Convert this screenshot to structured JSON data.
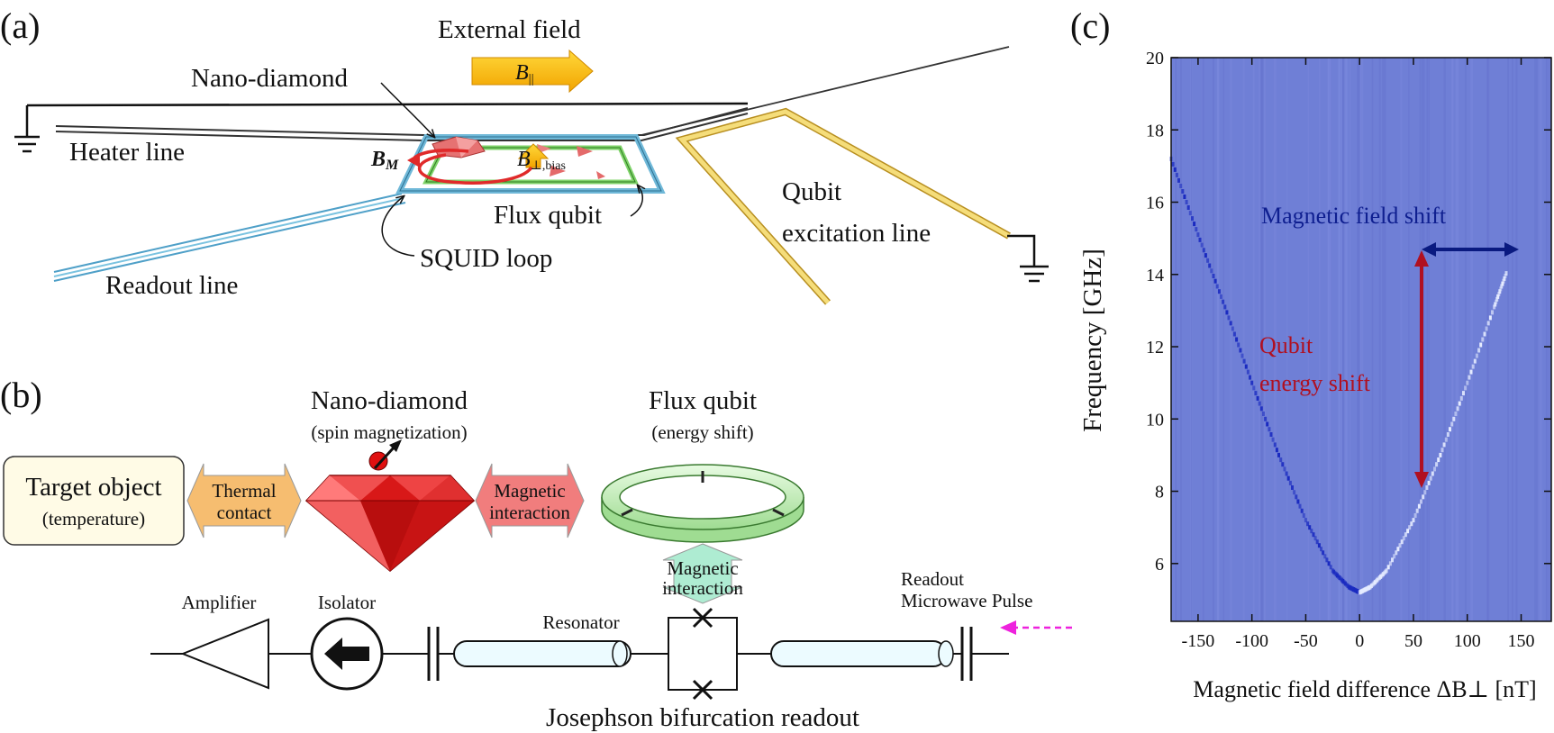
{
  "panel_a": {
    "label": "(a)",
    "external_field": "External field",
    "b_parallel": "B",
    "b_parallel_sub": "||",
    "nano_diamond": "Nano-diamond",
    "heater_line": "Heater line",
    "b_m": "B",
    "b_m_sub": "M",
    "b_perp_bias": "B",
    "b_perp_bias_sub": "⊥,bias",
    "flux_qubit": "Flux qubit",
    "squid_loop": "SQUID loop",
    "readout_line": "Readout line",
    "qubit_excitation_1": "Qubit",
    "qubit_excitation_2": "excitation line"
  },
  "panel_b": {
    "label": "(b)",
    "nano_diamond": "Nano-diamond",
    "nano_diamond_sub": "(spin magnetization)",
    "flux_qubit": "Flux qubit",
    "flux_qubit_sub": "(energy shift)",
    "target_object": "Target object",
    "target_object_sub": "(temperature)",
    "thermal_contact_1": "Thermal",
    "thermal_contact_2": "contact",
    "magnetic_interaction_1": "Magnetic",
    "magnetic_interaction_2": "interaction",
    "vertical_interaction_1": "Magnetic",
    "vertical_interaction_2": "interaction",
    "amplifier": "Amplifier",
    "isolator": "Isolator",
    "resonator": "Resonator",
    "readout_pulse_1": "Readout",
    "readout_pulse_2": "Microwave Pulse",
    "jba": "Josephson bifurcation  readout"
  },
  "panel_c": {
    "label": "(c)",
    "ylabel": "Frequency [GHz]",
    "xlabel": "Magnetic field difference ΔB⊥  [nT]",
    "annotation_field": "Magnetic field shift",
    "annotation_energy_1": "Qubit",
    "annotation_energy_2": "energy shift",
    "colors": {
      "background": "#6f7fd6",
      "left_branch": "#1a2ac0",
      "right_branch": "#e6ecff",
      "field_arrow": "#0a1a80",
      "energy_arrow": "#b01020"
    }
  },
  "chart_data": {
    "type": "heatmap",
    "title": "",
    "xlabel": "Magnetic field difference ΔB⊥  [nT]",
    "ylabel": "Frequency [GHz]",
    "xlim": [
      -175,
      178
    ],
    "ylim": [
      4.4,
      20
    ],
    "x_ticks": [
      -150,
      -100,
      -50,
      0,
      50,
      100,
      150
    ],
    "y_ticks": [
      6,
      8,
      10,
      12,
      14,
      16,
      18,
      20
    ],
    "series": [
      {
        "x": [
          -175,
          -150,
          -125,
          -100,
          -75,
          -50,
          -25,
          -10,
          0
        ],
        "y": [
          17.2,
          15.1,
          13.1,
          11.0,
          9.0,
          7.2,
          5.8,
          5.35,
          5.2
        ]
      },
      {
        "x": [
          0,
          10,
          25,
          50,
          75,
          100,
          125,
          137
        ],
        "y": [
          5.2,
          5.35,
          5.8,
          7.2,
          9.0,
          11.0,
          13.1,
          14.1
        ]
      }
    ]
  }
}
